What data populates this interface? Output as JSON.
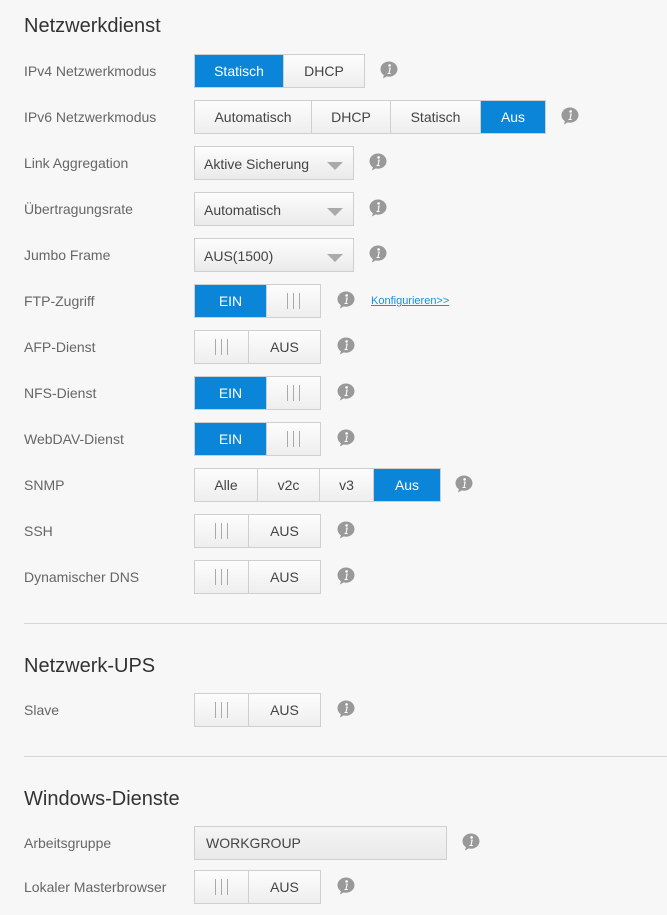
{
  "sections": {
    "network_service": "Netzwerkdienst",
    "network_ups": "Netzwerk-UPS",
    "windows_services": "Windows-Dienste"
  },
  "ipv4": {
    "label": "IPv4 Netzwerkmodus",
    "options": [
      "Statisch",
      "DHCP"
    ],
    "selected": "Statisch"
  },
  "ipv6": {
    "label": "IPv6 Netzwerkmodus",
    "options": [
      "Automatisch",
      "DHCP",
      "Statisch",
      "Aus"
    ],
    "selected": "Aus"
  },
  "link_aggregation": {
    "label": "Link Aggregation",
    "value": "Aktive Sicherung"
  },
  "transfer_rate": {
    "label": "Übertragungsrate",
    "value": "Automatisch"
  },
  "jumbo_frame": {
    "label": "Jumbo Frame",
    "value": "AUS(1500)"
  },
  "ftp": {
    "label": "FTP-Zugriff",
    "state": "EIN",
    "on": true,
    "link": "Konfigurieren>>"
  },
  "afp": {
    "label": "AFP-Dienst",
    "state": "AUS",
    "on": false
  },
  "nfs": {
    "label": "NFS-Dienst",
    "state": "EIN",
    "on": true
  },
  "webdav": {
    "label": "WebDAV-Dienst",
    "state": "EIN",
    "on": true
  },
  "snmp": {
    "label": "SNMP",
    "options": [
      "Alle",
      "v2c",
      "v3",
      "Aus"
    ],
    "selected": "Aus"
  },
  "ssh": {
    "label": "SSH",
    "state": "AUS",
    "on": false
  },
  "ddns": {
    "label": "Dynamischer DNS",
    "state": "AUS",
    "on": false
  },
  "slave": {
    "label": "Slave",
    "state": "AUS",
    "on": false
  },
  "workgroup": {
    "label": "Arbeitsgruppe",
    "value": "WORKGROUP"
  },
  "master_browser": {
    "label": "Lokaler Masterbrowser",
    "state": "AUS",
    "on": false
  },
  "icons": {
    "info": "info-bubble-icon",
    "dropdown": "chevron-down-icon"
  },
  "colors": {
    "accent": "#0a85d8",
    "link": "#1a8fe0"
  }
}
